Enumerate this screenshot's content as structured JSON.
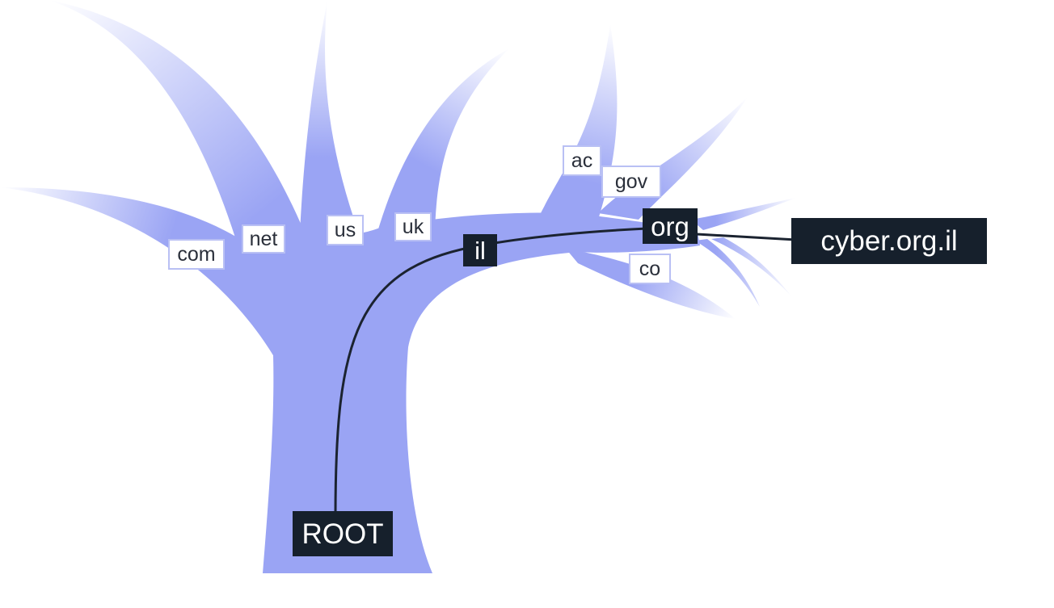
{
  "colors": {
    "tree": "#9aa4f4",
    "tree_fade": "#ffffff",
    "path_line": "#1b2330",
    "dark_label_bg": "#16202c",
    "light_label_border": "#b9c0f4"
  },
  "diagram": {
    "root": "ROOT",
    "tld": [
      "com",
      "net",
      "us",
      "uk",
      "il"
    ],
    "il_children": [
      "ac",
      "gov",
      "org",
      "co"
    ],
    "leaf": "cyber.org.il",
    "highlighted_path": [
      "ROOT",
      "il",
      "org",
      "cyber.org.il"
    ]
  }
}
